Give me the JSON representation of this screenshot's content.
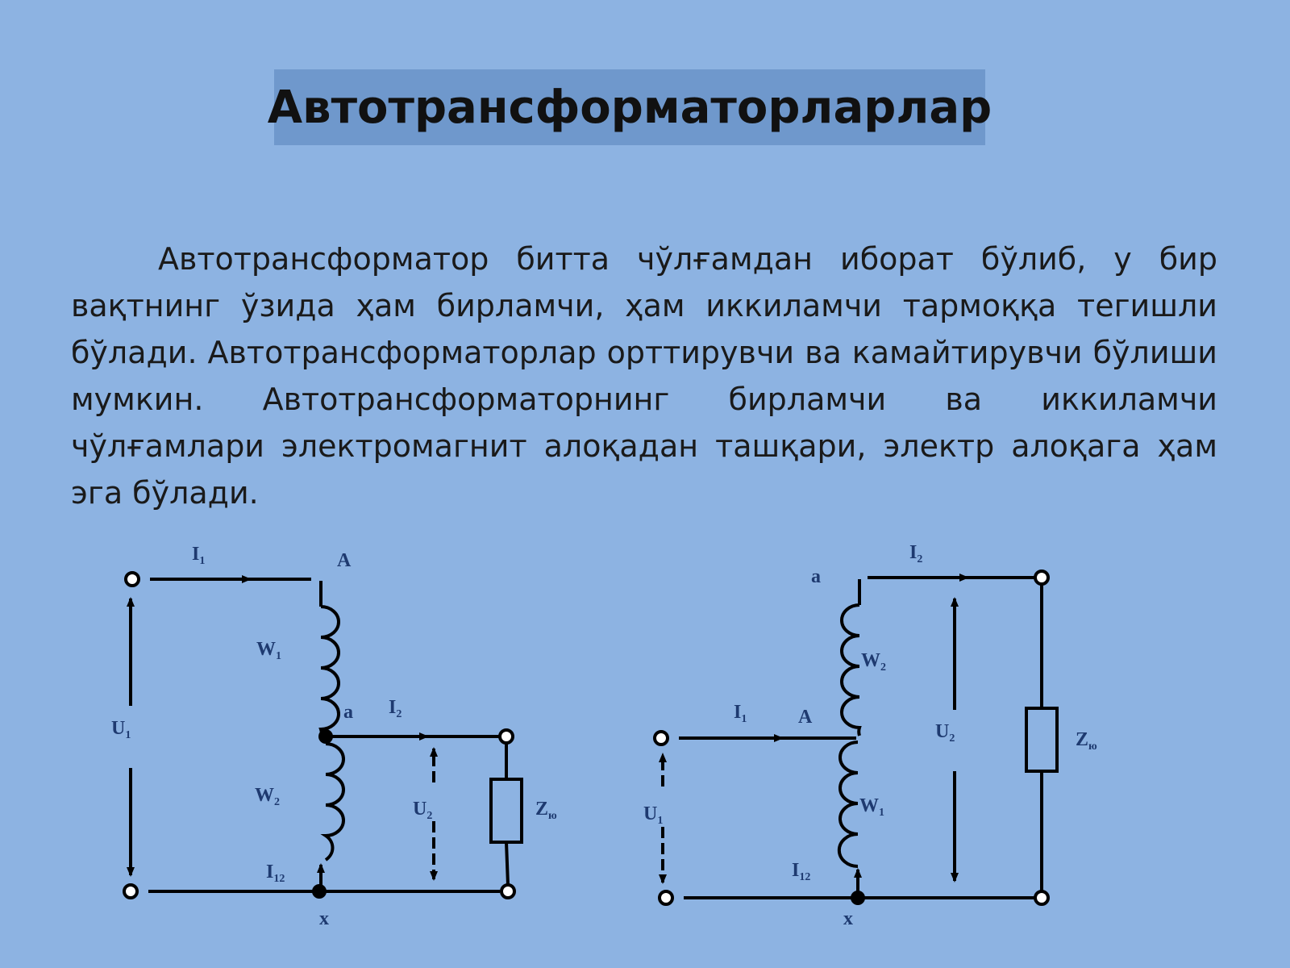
{
  "title": "Автотрансформаторларлар",
  "paragraph": "Автотрансформатор битта чўлғамдан иборат бўлиб, у бир вақтнинг ўзида ҳам бирламчи, ҳам иккиламчи тармоққа тегишли бўлади. Автотрансформаторлар орттирувчи ва камайтирувчи бўлиши мумкин. Автотрансформаторнинг бирламчи ва иккиламчи чўлғамлари электромагнит алоқадан ташқари, электр алоқага ҳам эга бўлади.",
  "left_circuit": {
    "I1": {
      "base": "I",
      "sub": "1"
    },
    "A": "A",
    "W1": {
      "base": "W",
      "sub": "1"
    },
    "a": "a",
    "I2": {
      "base": "I",
      "sub": "2"
    },
    "U1": {
      "base": "U",
      "sub": "1"
    },
    "W2": {
      "base": "W",
      "sub": "2"
    },
    "U2": {
      "base": "U",
      "sub": "2"
    },
    "Z": {
      "base": "Z",
      "sub": "ю"
    },
    "I12": {
      "base": "I",
      "sub": "12"
    },
    "x": "x"
  },
  "right_circuit": {
    "I2": {
      "base": "I",
      "sub": "2"
    },
    "a": "a",
    "W2": {
      "base": "W",
      "sub": "2"
    },
    "I1": {
      "base": "I",
      "sub": "1"
    },
    "A": "A",
    "U2": {
      "base": "U",
      "sub": "2"
    },
    "Z": {
      "base": "Z",
      "sub": "ю"
    },
    "U1": {
      "base": "U",
      "sub": "1"
    },
    "W1": {
      "base": "W",
      "sub": "1"
    },
    "I12": {
      "base": "I",
      "sub": "12"
    },
    "x": "x"
  }
}
